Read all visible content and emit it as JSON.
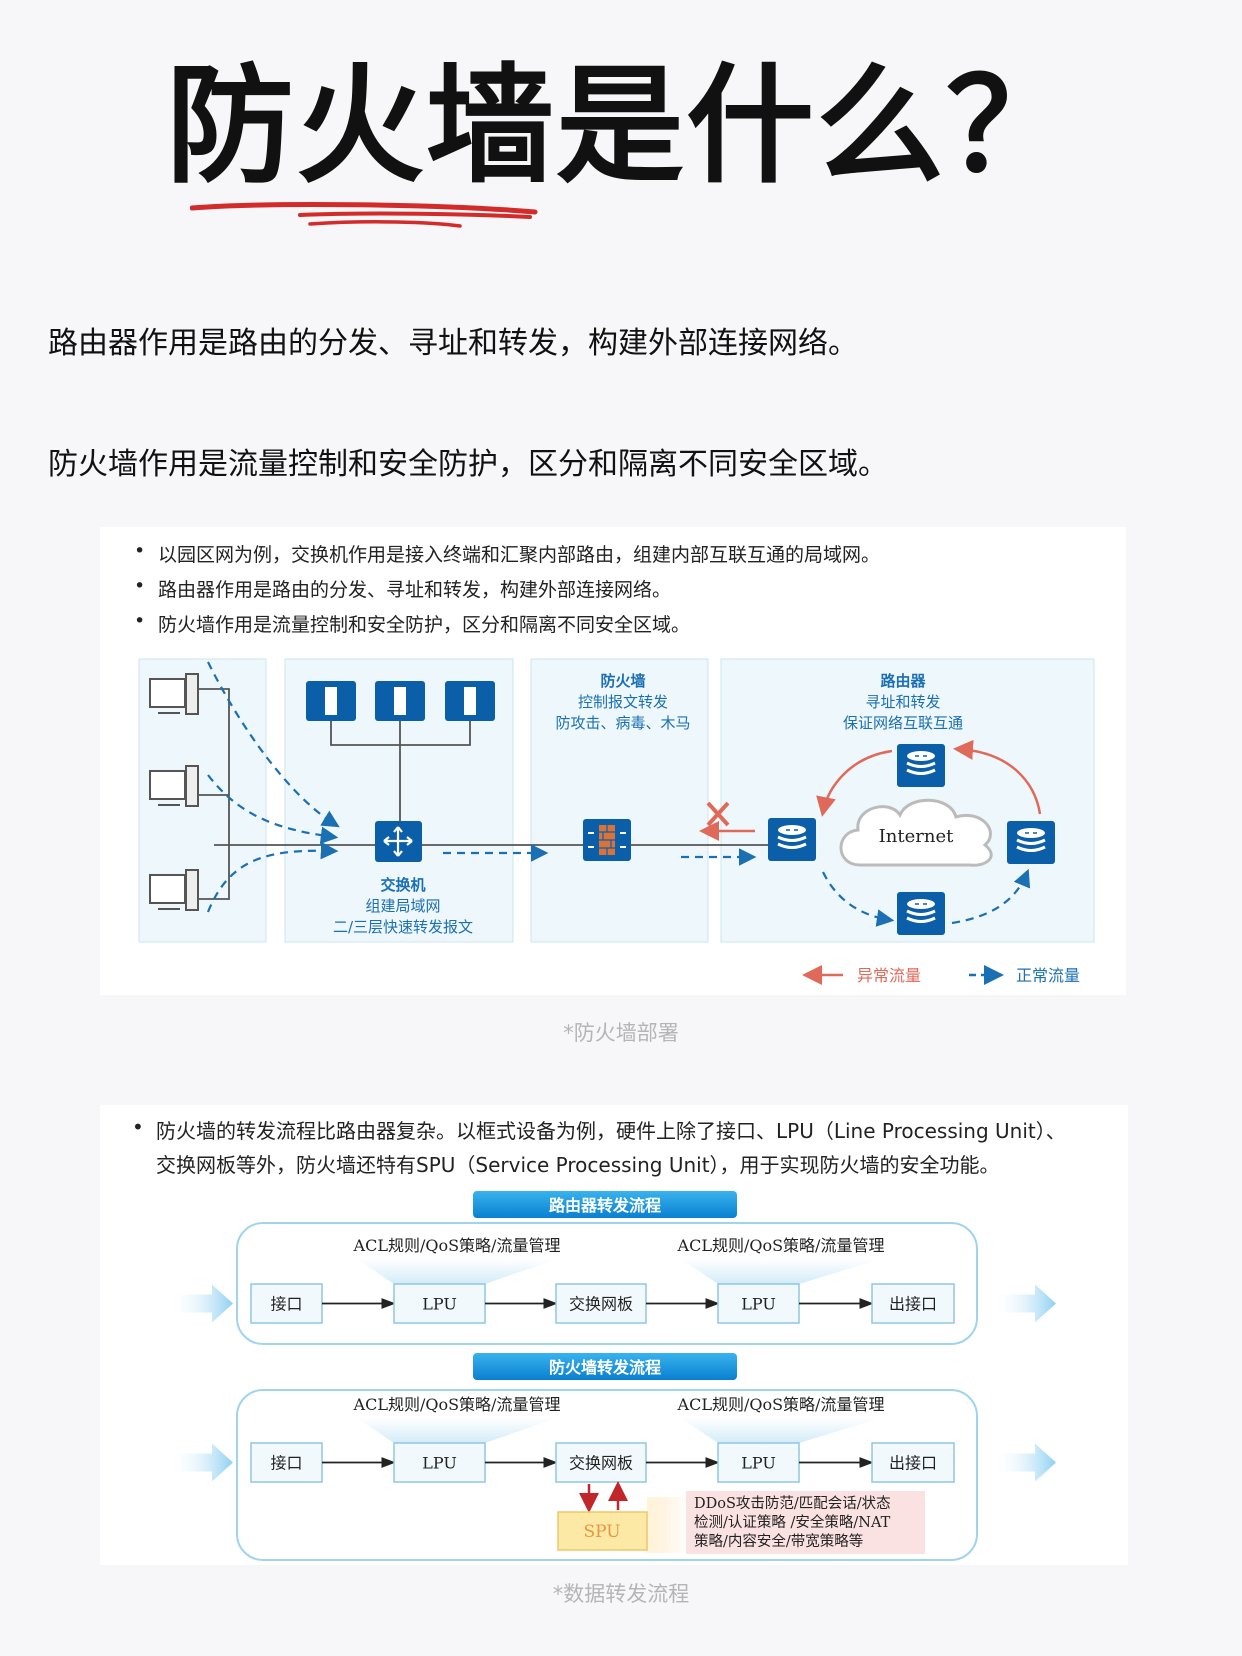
{
  "title": "防火墙是什么？",
  "paragraphs": [
    "路由器作用是路由的分发、寻址和转发，构建外部连接网络。",
    "防火墙作用是流量控制和安全防护，区分和隔离不同安全区域。"
  ],
  "deployment": {
    "bullets": [
      "以园区网为例，交换机作用是接入终端和汇聚内部路由，组建内部互联互通的局域网。",
      "路由器作用是路由的分发、寻址和转发，构建外部连接网络。",
      "防火墙作用是流量控制和安全防护，区分和隔离不同安全区域。"
    ],
    "switch": {
      "title": "交换机",
      "line1": "组建局域网",
      "line2": "二/三层快速转发报文"
    },
    "firewall": {
      "title": "防火墙",
      "line1": "控制报文转发",
      "line2": "防攻击、病毒、木马"
    },
    "router": {
      "title": "路由器",
      "line1": "寻址和转发",
      "line2": "保证网络互联互通"
    },
    "cloud_label": "Internet",
    "legend": {
      "abnormal": "异常流量",
      "normal": "正常流量"
    },
    "colors": {
      "blue": "#0b5ea8",
      "red": "#e06a5a",
      "zone": "#eef7fc"
    },
    "caption": "*防火墙部署"
  },
  "flow": {
    "bullet_line1": "防火墙的转发流程比路由器复杂。以框式设备为例，硬件上除了接口、LPU（Line Processing Unit）、",
    "bullet_line2": "交换网板等外，防火墙还特有SPU（Service Processing Unit），用于实现防火墙的安全功能。",
    "router_flow": {
      "title": "路由器转发流程",
      "acl": [
        "ACL规则/QoS策略/流量管理",
        "ACL规则/QoS策略/流量管理"
      ],
      "nodes": [
        "接口",
        "LPU",
        "交换网板",
        "LPU",
        "出接口"
      ]
    },
    "firewall_flow": {
      "title": "防火墙转发流程",
      "acl": [
        "ACL规则/QoS策略/流量管理",
        "ACL规则/QoS策略/流量管理"
      ],
      "nodes": [
        "接口",
        "LPU",
        "交换网板",
        "LPU",
        "出接口"
      ],
      "spu": "SPU",
      "spu_notes": [
        "DDoS攻击防范/匹配会话/状态",
        "检测/认证策略 /安全策略/NAT",
        "策略/内容安全/带宽策略等"
      ]
    },
    "caption": "*数据转发流程"
  }
}
